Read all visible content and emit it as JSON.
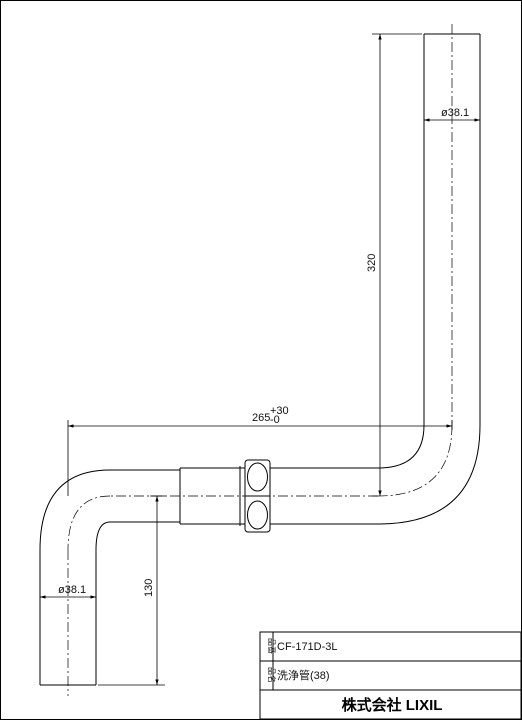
{
  "dimensions": {
    "dia_top": "ø38.1",
    "dia_bottom": "ø38.1",
    "height_320": "320",
    "height_130": "130",
    "width_265": "265",
    "width_265_tol_upper": "+30",
    "width_265_tol_lower": "-0"
  },
  "title_block": {
    "part_no_label": "品番",
    "part_no_value": "CF-171D-3L",
    "part_name_label": "品名",
    "part_name_value": "洗浄管(38)",
    "company": "株式会社 LIXIL"
  }
}
